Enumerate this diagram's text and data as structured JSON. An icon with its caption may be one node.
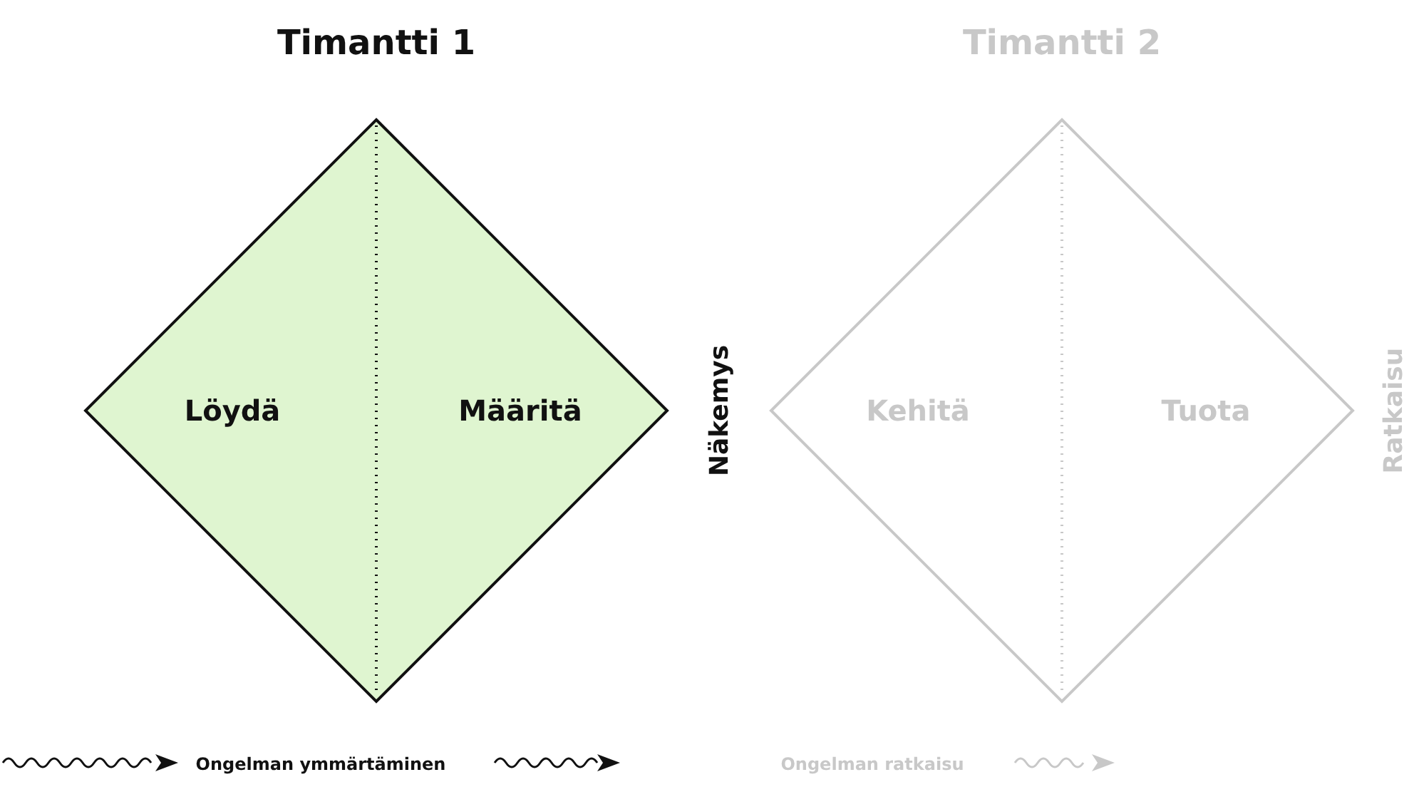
{
  "diagram": {
    "nodes": [
      {
        "text": [
          "Timantti 1"
        ]
      },
      {
        "text": [
          "Löydä"
        ],
        "in": 0
      },
      {
        "text": [
          "Määritä"
        ],
        "in": 0
      },
      {
        "text": [
          "Timantti 2"
        ]
      },
      {
        "text": [
          "Kehitä"
        ],
        "in": 3
      },
      {
        "text": [
          "Tuota"
        ],
        "in": 3
      }
    ],
    "edges": [],
    "labels": [
      "Näkemys",
      "Ratkaisu",
      "Ongelman ymmärtäminen",
      "Ongelman ratkaisu"
    ]
  }
}
